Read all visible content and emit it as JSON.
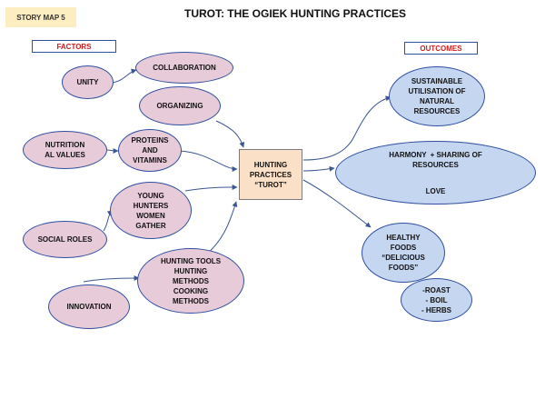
{
  "story_map_label": "STORY MAP 5",
  "title": "TUROT: THE OGIEK HUNTING PRACTICES",
  "factors_label": "FACTORS",
  "outcomes_label": "OUTCOMES",
  "center": {
    "lines": [
      "HUNTING",
      "PRACTICES",
      "“TUROT”"
    ]
  },
  "factors": {
    "unity": "UNITY",
    "collaboration": "COLLABORATION",
    "organizing": "ORGANIZING",
    "nutrition": [
      "NUTRITION",
      "AL VALUES"
    ],
    "proteins": [
      "PROTEINS",
      "AND",
      "VITAMINS"
    ],
    "young_hunters": [
      "YOUNG",
      "HUNTERS",
      "WOMEN",
      "GATHER"
    ],
    "social_roles": "SOCIAL ROLES",
    "hunting_tools": [
      "HUNTING TOOLS",
      "HUNTING",
      "METHODS",
      "COOKING",
      "METHODS"
    ],
    "innovation": "INNOVATION"
  },
  "outcomes": {
    "sustainable": [
      "SUSTAINABLE",
      "UTILISATION OF",
      "NATURAL",
      "RESOURCES"
    ],
    "harmony": {
      "left": "HARMONY",
      "right": "+ SHARING OF",
      "line2": "RESOURCES",
      "love": "LOVE"
    },
    "healthy": [
      "HEALTHY",
      "FOODS",
      "“DELICIOUS",
      "FOODS”"
    ],
    "cooking": [
      "-ROAST",
      "- BOIL",
      "- HERBS"
    ]
  },
  "colors": {
    "factor_fill": "#e8cbd8",
    "outcome_fill": "#c5d6f0",
    "center_fill": "#fbe0c8",
    "node_border": "#2f4fa0",
    "arrow": "#3b5790",
    "label_red": "#d01c1c",
    "story_map_fill": "#fdeec2"
  }
}
